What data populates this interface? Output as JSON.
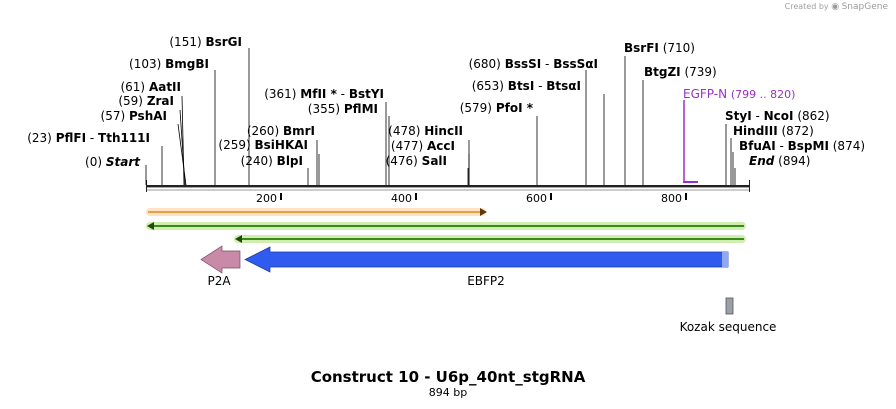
{
  "header": {
    "created_by": "Created by",
    "brand": "SnapGene"
  },
  "construct": {
    "title": "Construct 10 - U6p_40nt_stgRNA",
    "length_label": "894 bp"
  },
  "colors": {
    "backbone": "#222222",
    "orange_strand": "#e8a04a",
    "green_strand": "#3a8a1a",
    "green_glow": "#cfeeb0",
    "p2a": "#c98aa7",
    "ebfp2": "#2f5bef",
    "kozak": "#9aa0a8",
    "egfp_label": "#9b30c8"
  },
  "axis": {
    "ticks": [
      "200",
      "400",
      "600",
      "800"
    ]
  },
  "sites": [
    {
      "pos": "(23)",
      "name": "PflFI",
      "sep": " - ",
      "name2": "Tth111I"
    },
    {
      "pos": "(0)",
      "name": "Start",
      "italic": true
    },
    {
      "pos": "(61)",
      "name": "AatII"
    },
    {
      "pos": "(59)",
      "name": "ZraI"
    },
    {
      "pos": "(57)",
      "name": "PshAI"
    },
    {
      "pos": "(103)",
      "name": "BmgBI"
    },
    {
      "pos": "(151)",
      "name": "BsrGI"
    },
    {
      "pos": "(260)",
      "name": "BmrI"
    },
    {
      "pos": "(259)",
      "name": "BsiHKAI"
    },
    {
      "pos": "(240)",
      "name": "BlpI"
    },
    {
      "pos": "(361)",
      "name": "MfII",
      "star": " *",
      "sep": " - ",
      "name2": "BstYI"
    },
    {
      "pos": "(355)",
      "name": "PflMI"
    },
    {
      "pos": "(478)",
      "name": "HincII"
    },
    {
      "pos": "(477)",
      "name": "AccI"
    },
    {
      "pos": "(476)",
      "name": "SalI"
    },
    {
      "pos": "(680)",
      "name": "BssSI",
      "sep": " - ",
      "name2": "BssSαI"
    },
    {
      "pos": "(653)",
      "name": "BtsI",
      "sep": " - ",
      "name2": "BtsαI"
    },
    {
      "pos": "(579)",
      "name": "PfoI",
      "star": " *"
    },
    {
      "name": "BsrFI",
      "pos": "(710)",
      "after": true
    },
    {
      "name": "BtgZI",
      "pos": "(739)",
      "after": true
    },
    {
      "name": "StyI",
      "sep": " - ",
      "name2": "NcoI",
      "pos": "(862)",
      "after": true
    },
    {
      "name": "HindIII",
      "pos": "(872)",
      "after": true
    },
    {
      "name": "BfuAI",
      "sep": " - ",
      "name2": "BspMI",
      "pos": "(874)",
      "after": true
    },
    {
      "name": "End",
      "italic": true,
      "pos": "(894)",
      "after": true
    }
  ],
  "features": [
    {
      "name": "EGFP-N",
      "range": "(799 .. 820)",
      "type": "primer"
    },
    {
      "name": "P2A",
      "type": "cds"
    },
    {
      "name": "EBFP2",
      "type": "cds"
    },
    {
      "name": "Kozak sequence",
      "type": "misc"
    }
  ]
}
